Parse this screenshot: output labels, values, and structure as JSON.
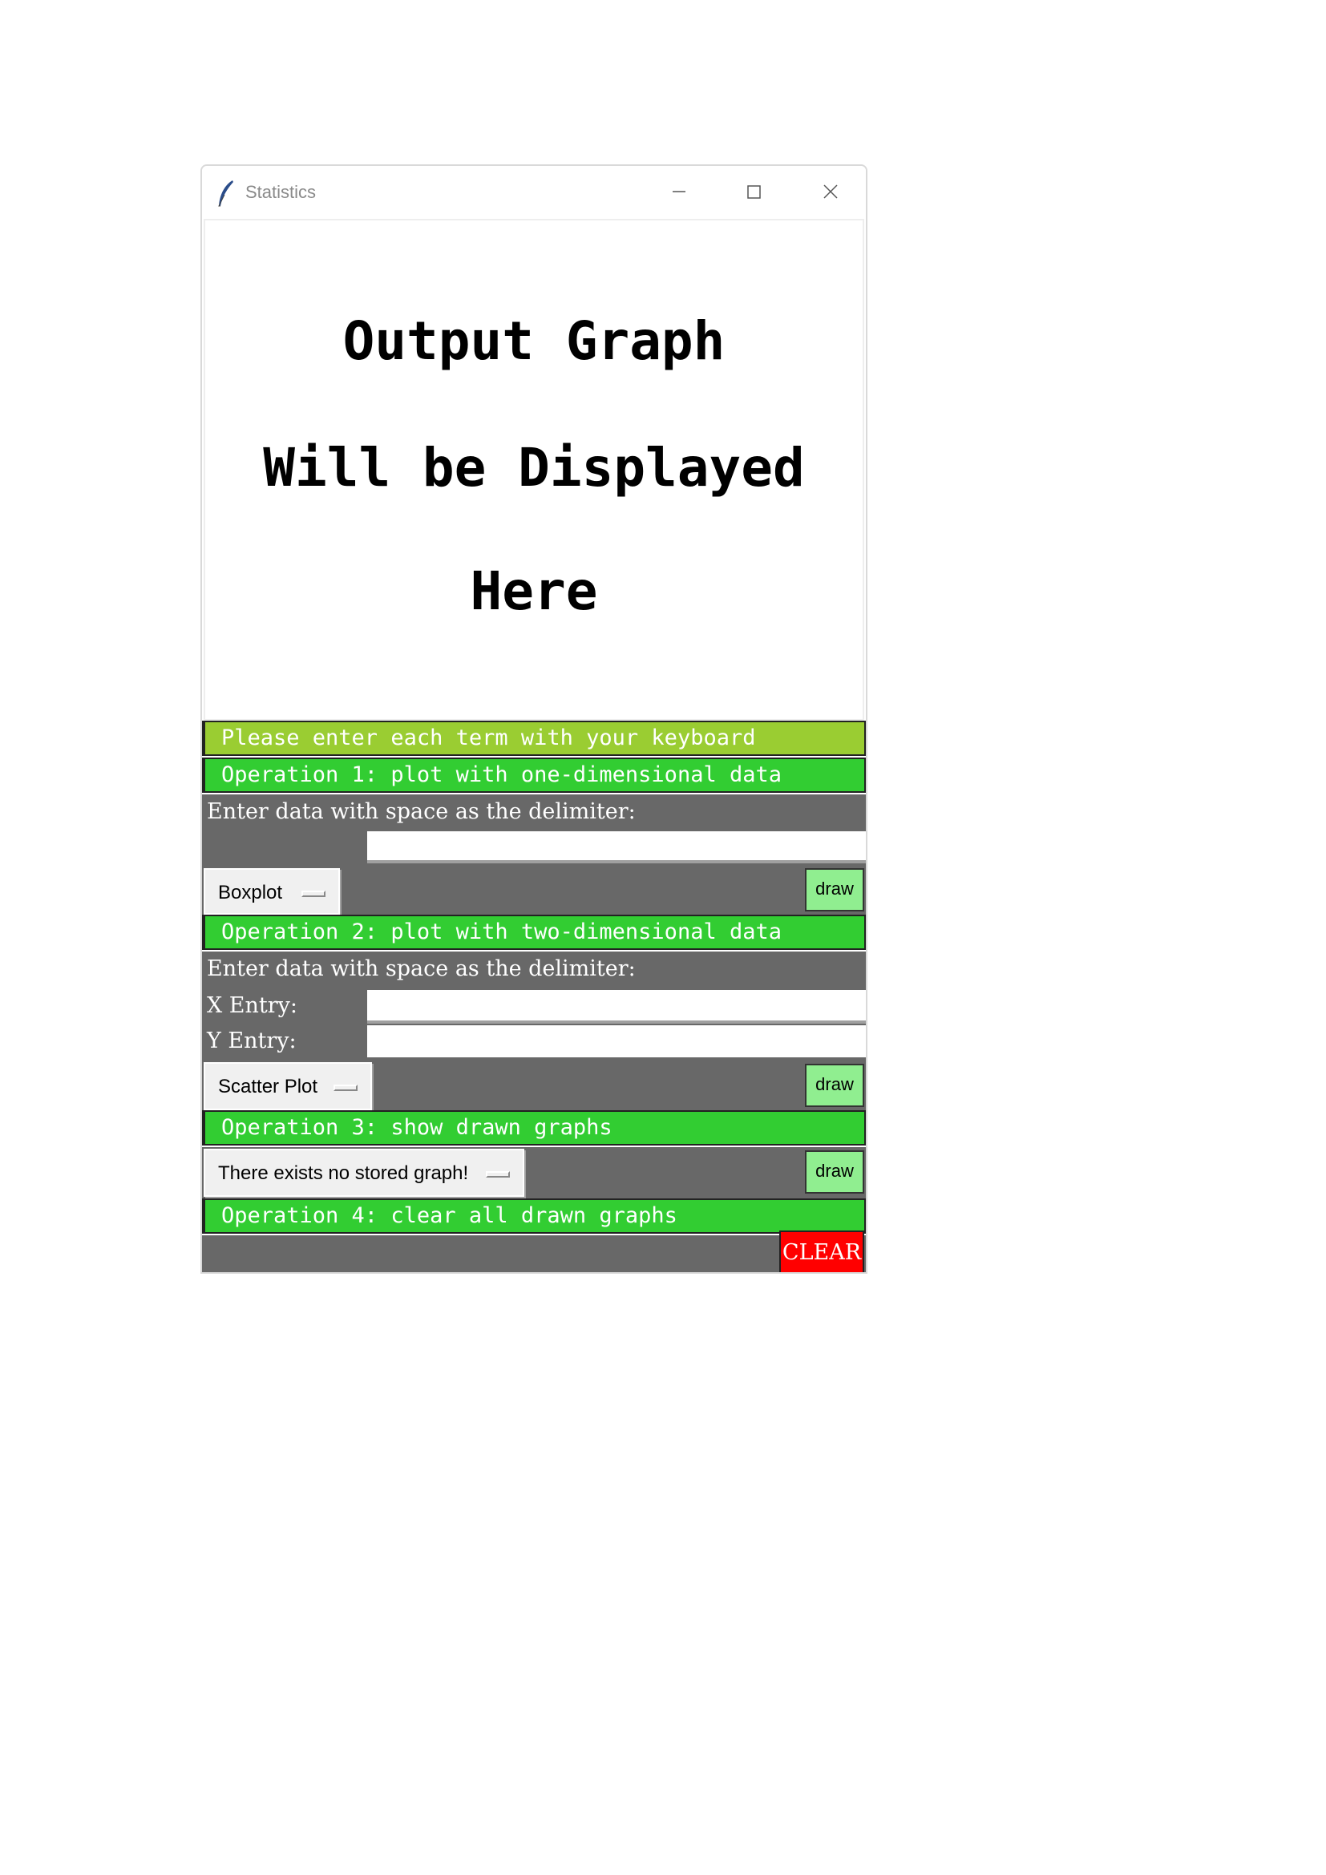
{
  "window": {
    "title": "Statistics",
    "icon": "feather-icon",
    "controls": [
      "minimize-icon",
      "maximize-icon",
      "close-icon"
    ]
  },
  "graph_placeholder": {
    "lines": [
      "Output Graph",
      "Will be Displayed",
      "Here"
    ]
  },
  "instruction_banner": "Please enter each term with your keyboard",
  "operation1": {
    "title": "Operation 1: plot with one-dimensional data",
    "prompt": "Enter data with space as the delimiter:",
    "entry_value": "",
    "plot_type": "Boxplot",
    "draw_label": "draw"
  },
  "operation2": {
    "title": "Operation 2: plot with two-dimensional data",
    "prompt": "Enter data with space as the delimiter:",
    "x_label": "X Entry:",
    "y_label": "Y Entry:",
    "x_value": "",
    "y_value": "",
    "plot_type": "Scatter Plot",
    "draw_label": "draw"
  },
  "operation3": {
    "title": "Operation 3: show drawn graphs",
    "stored_graph": "There exists no stored graph!",
    "draw_label": "draw"
  },
  "operation4": {
    "title": "Operation 4: clear all drawn graphs",
    "clear_label": "CLEAR"
  },
  "colors": {
    "banner_lime": "#9acd32",
    "banner_green": "#32cd32",
    "panel_gray": "#686868",
    "draw_button": "#90ee90",
    "clear_button": "#ff0000"
  }
}
